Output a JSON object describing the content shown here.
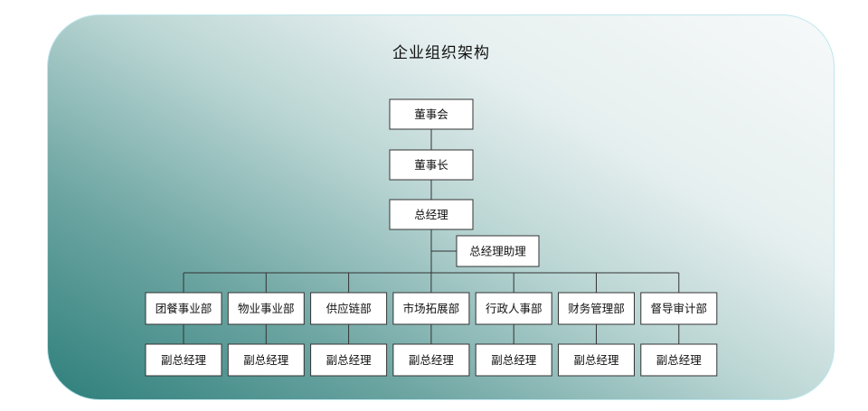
{
  "title": "企业组织架构",
  "chain": [
    "董事会",
    "董事长",
    "总经理"
  ],
  "assistant": "总经理助理",
  "departments": [
    {
      "name": "团餐事业部",
      "sub": "副总经理"
    },
    {
      "name": "物业事业部",
      "sub": "副总经理"
    },
    {
      "name": "供应链部",
      "sub": "副总经理"
    },
    {
      "name": "市场拓展部",
      "sub": "副总经理"
    },
    {
      "name": "行政人事部",
      "sub": "副总经理"
    },
    {
      "name": "财务管理部",
      "sub": "副总经理"
    },
    {
      "name": "督导审计部",
      "sub": "副总经理"
    }
  ],
  "colors": {
    "gradient_dark": "#2e7f7b",
    "gradient_light": "#f7f9f9",
    "panel_border": "#bfe6ee",
    "box_fill": "#ffffff",
    "line": "#333333"
  }
}
